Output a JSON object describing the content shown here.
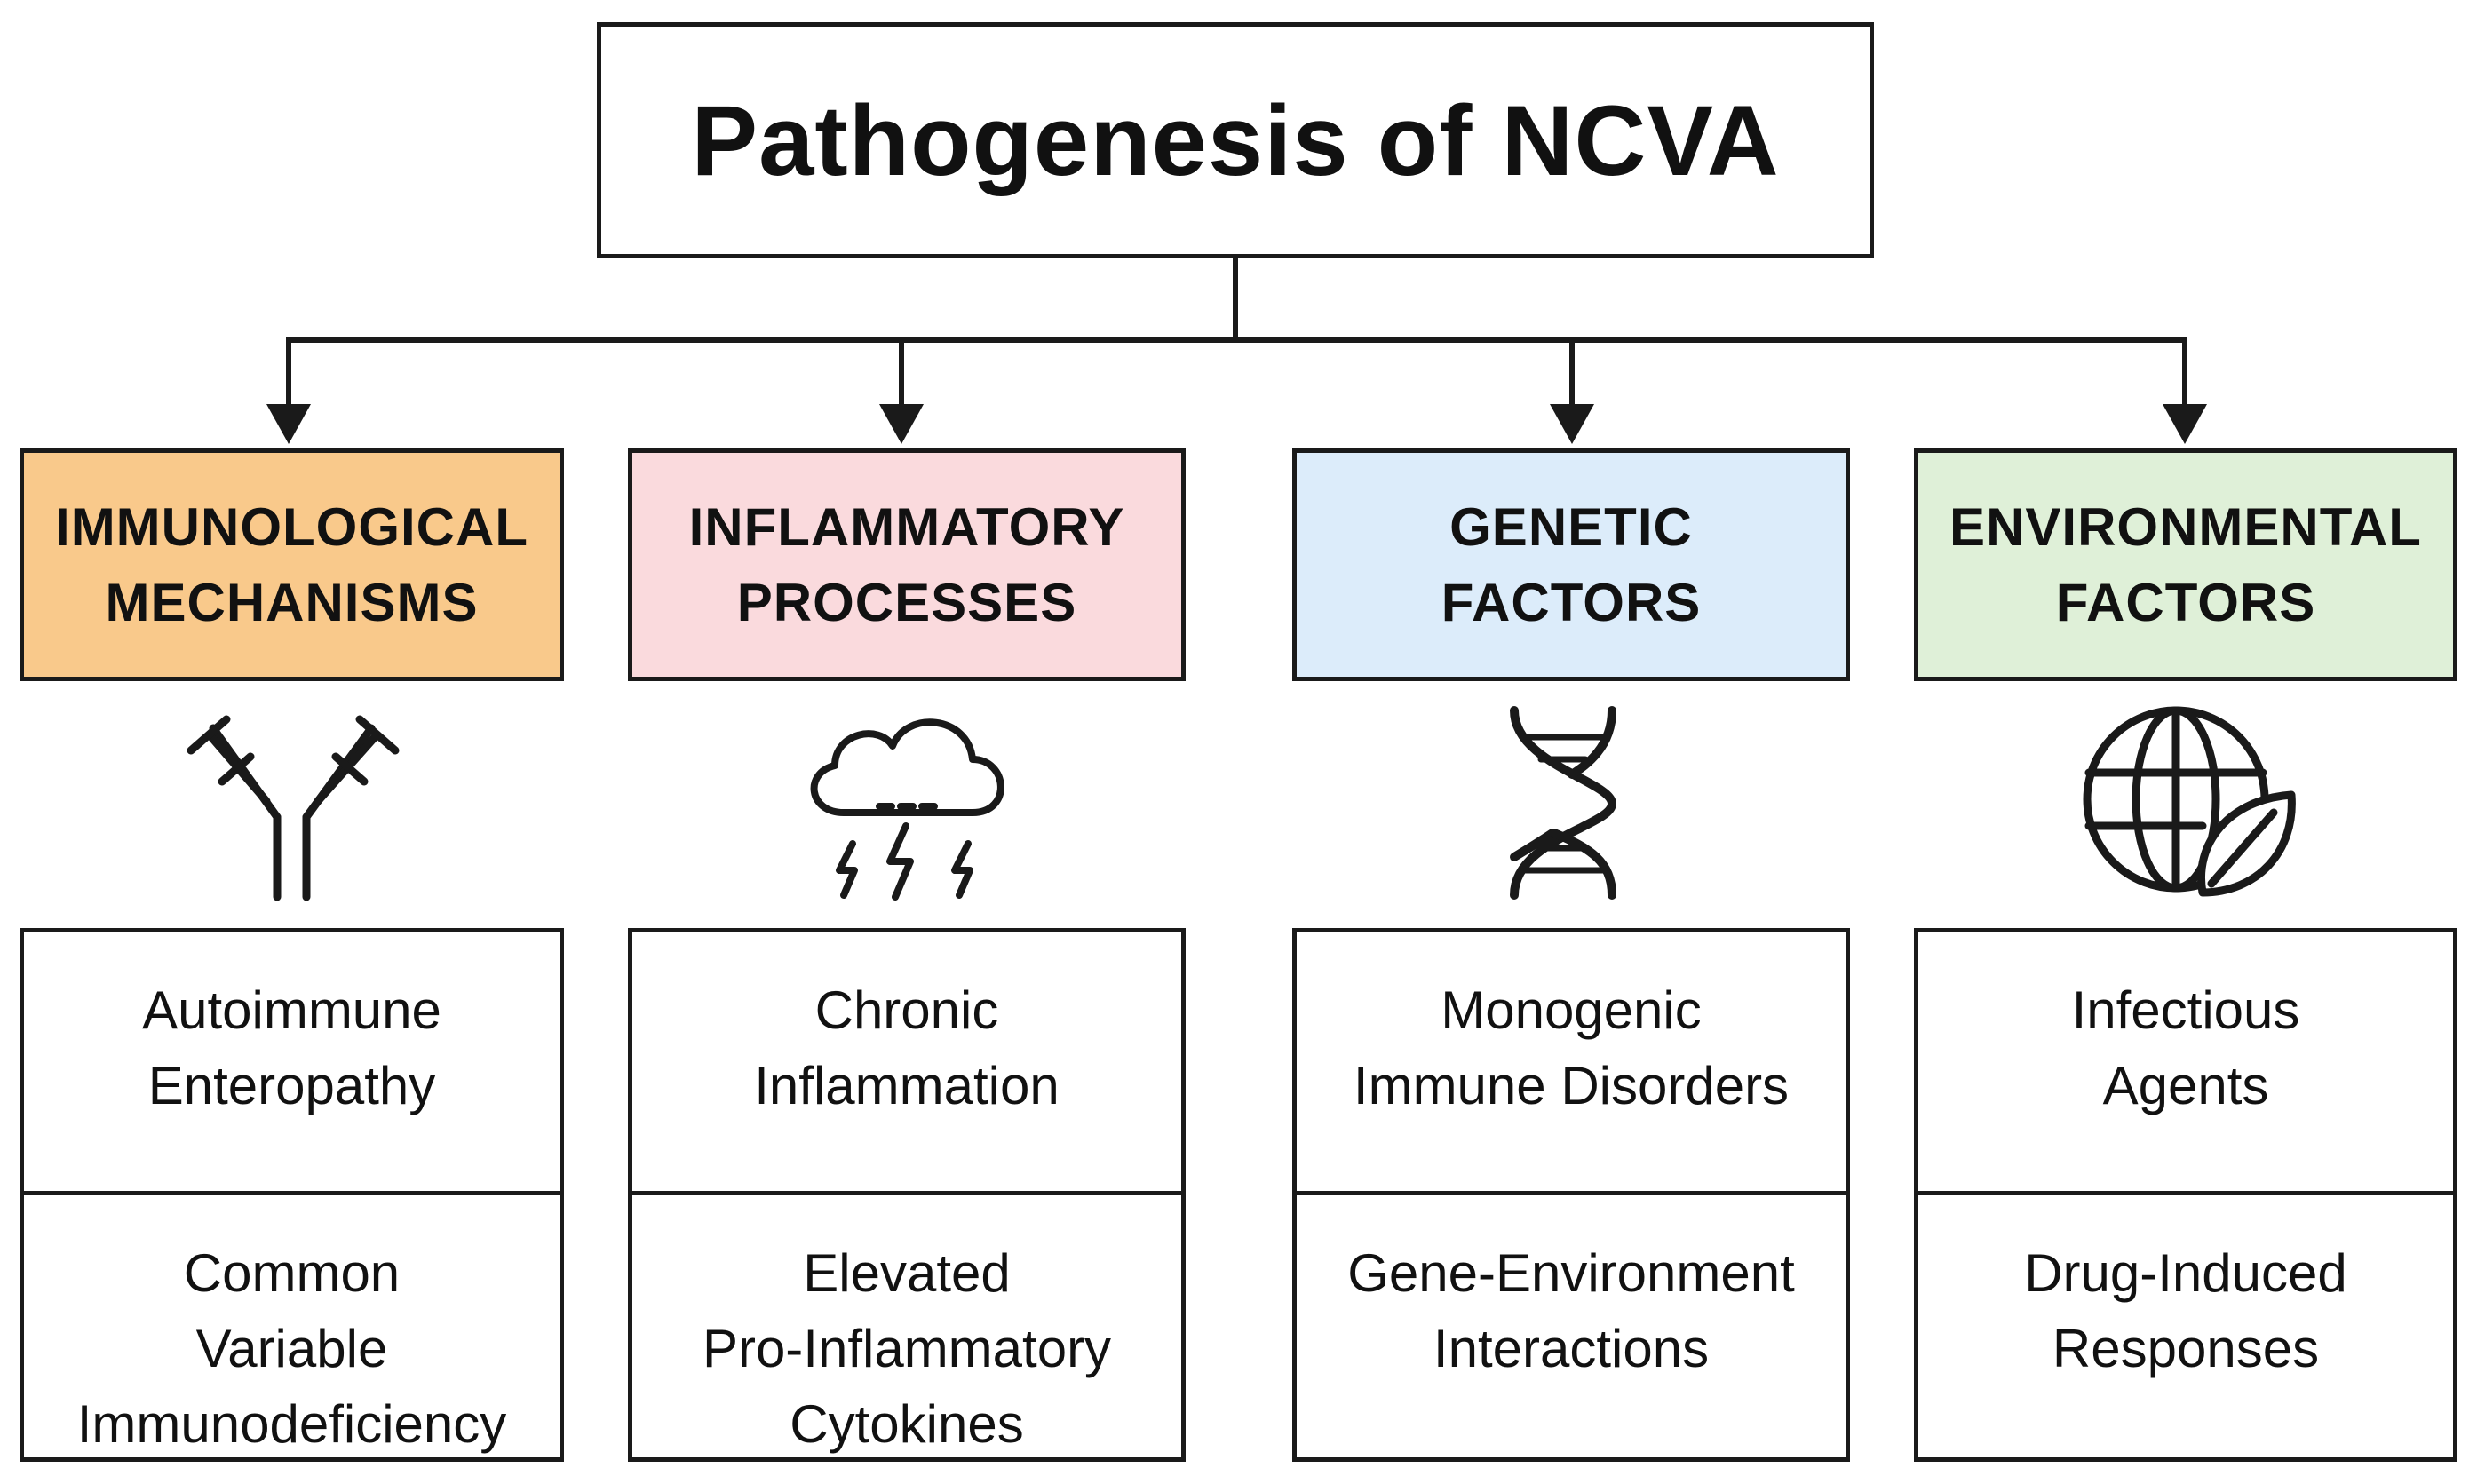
{
  "title": "Pathogenesis of NCVA",
  "categories": [
    {
      "label": "IMMUNOLOGICAL\nMECHANISMS",
      "color": "#f9c98b",
      "icon": "antibody-icon",
      "items": [
        "Autoimmune\nEnteropathy",
        "Common\nVariable\nImmunodeficiency"
      ]
    },
    {
      "label": "INFLAMMATORY\nPROCESSES",
      "color": "#fadadd",
      "icon": "storm-cloud-icon",
      "items": [
        "Chronic\nInflammation",
        "Elevated\nPro-Inflammatory\nCytokines"
      ]
    },
    {
      "label": "GENETIC\nFACTORS",
      "color": "#dcecfa",
      "icon": "dna-icon",
      "items": [
        "Monogenic\nImmune Disorders",
        "Gene-Environment\nInteractions"
      ]
    },
    {
      "label": "ENVIRONMENTAL\nFACTORS",
      "color": "#dff0d8",
      "icon": "globe-leaf-icon",
      "items": [
        "Infectious\nAgents",
        "Drug-Induced\nResponses"
      ]
    }
  ]
}
